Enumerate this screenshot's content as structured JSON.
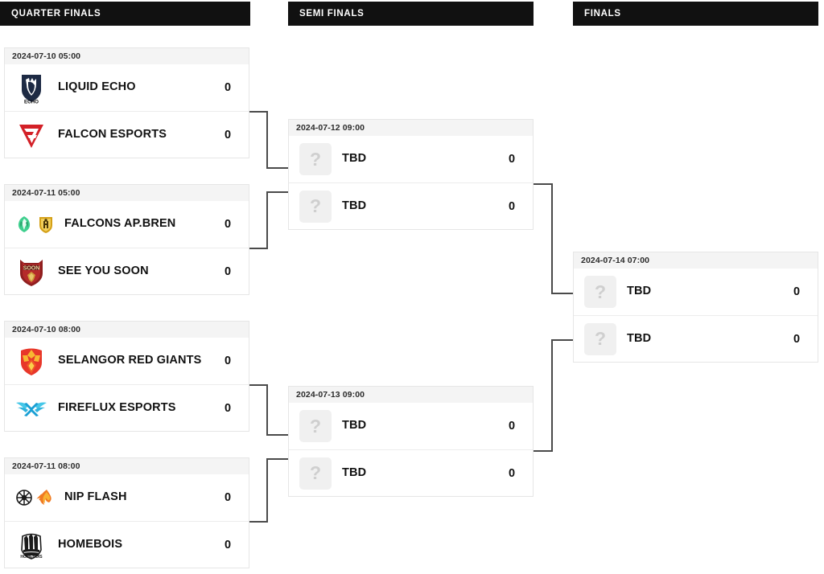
{
  "rounds": [
    {
      "id": "quarter-finals",
      "label": "QUARTER FINALS"
    },
    {
      "id": "semi-finals",
      "label": "SEMI FINALS"
    },
    {
      "id": "finals",
      "label": "FINALS"
    }
  ],
  "matches": {
    "qf1": {
      "date": "2024-07-10 05:00",
      "teams": [
        {
          "name": "LIQUID ECHO",
          "score": "0",
          "logo": "liquid-echo-logo"
        },
        {
          "name": "FALCON ESPORTS",
          "score": "0",
          "logo": "falcon-esports-logo"
        }
      ]
    },
    "qf2": {
      "date": "2024-07-11 05:00",
      "teams": [
        {
          "name": "FALCONS AP.BREN",
          "score": "0",
          "logo": "falcons-apbren-logo"
        },
        {
          "name": "SEE YOU SOON",
          "score": "0",
          "logo": "see-you-soon-logo"
        }
      ]
    },
    "qf3": {
      "date": "2024-07-10 08:00",
      "teams": [
        {
          "name": "SELANGOR RED GIANTS",
          "score": "0",
          "logo": "selangor-red-giants-logo"
        },
        {
          "name": "FIREFLUX ESPORTS",
          "score": "0",
          "logo": "fireflux-esports-logo"
        }
      ]
    },
    "qf4": {
      "date": "2024-07-11 08:00",
      "teams": [
        {
          "name": "NIP FLASH",
          "score": "0",
          "logo": "nip-flash-logo"
        },
        {
          "name": "HOMEBOIS",
          "score": "0",
          "logo": "homebois-logo"
        }
      ]
    },
    "sf1": {
      "date": "2024-07-12 09:00",
      "teams": [
        {
          "name": "TBD",
          "score": "0",
          "logo": "tbd-placeholder-icon"
        },
        {
          "name": "TBD",
          "score": "0",
          "logo": "tbd-placeholder-icon"
        }
      ]
    },
    "sf2": {
      "date": "2024-07-13 09:00",
      "teams": [
        {
          "name": "TBD",
          "score": "0",
          "logo": "tbd-placeholder-icon"
        },
        {
          "name": "TBD",
          "score": "0",
          "logo": "tbd-placeholder-icon"
        }
      ]
    },
    "f1": {
      "date": "2024-07-14 07:00",
      "teams": [
        {
          "name": "TBD",
          "score": "0",
          "logo": "tbd-placeholder-icon"
        },
        {
          "name": "TBD",
          "score": "0",
          "logo": "tbd-placeholder-icon"
        }
      ]
    }
  },
  "placeholder_glyph": "?",
  "colors": {
    "header_bg": "#111111",
    "header_text": "#ffffff",
    "date_bg": "#f4f4f4",
    "card_bg": "#ffffff",
    "border": "#e6e6e6",
    "connector": "#4a4a4a",
    "text": "#111111",
    "placeholder": "#cfcfcf"
  }
}
